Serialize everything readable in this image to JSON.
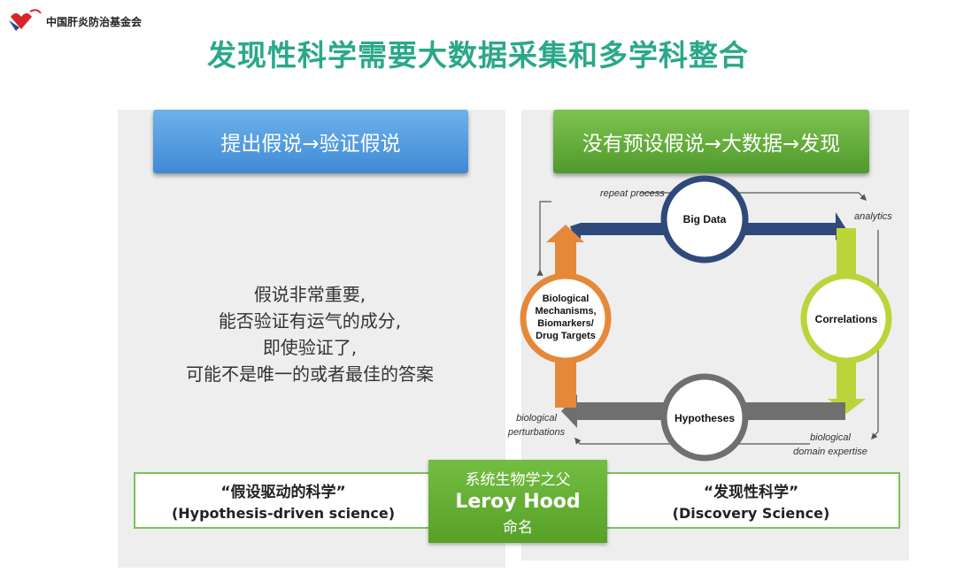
{
  "logo": {
    "text": "中国肝炎防治基金会",
    "icon": "ribbon-heart-logo"
  },
  "title": "发现性科学需要大数据采集和多学科整合",
  "left": {
    "header": "提出假说→验证假说",
    "body": [
      "假说非常重要,",
      "能否验证有运气的成分,",
      "即使验证了,",
      "可能不是唯一的或者最佳的答案"
    ],
    "band_title": "“假设驱动的科学”",
    "band_sub": "(Hypothesis-driven science)"
  },
  "right": {
    "header": "没有预设假说→大数据→发现",
    "band_title": "“发现性科学”",
    "band_sub": "(Discovery Science)"
  },
  "badge": {
    "line1": "系统生物学之父",
    "line2": "Leroy Hood",
    "line3": "命名"
  },
  "cycle": {
    "nodes": {
      "big_data": "Big Data",
      "correlations": "Correlations",
      "hypotheses": "Hypotheses",
      "mechanisms": [
        "Biological",
        "Mechanisms,",
        "Biomarkers/",
        "Drug Targets"
      ]
    },
    "labels": {
      "repeat": "repeat process",
      "analytics": "analytics",
      "domain": [
        "biological",
        "domain expertise"
      ],
      "perturb": [
        "biological",
        "perturbations"
      ]
    },
    "colors": {
      "top": "#2f4a7a",
      "right": "#bcd43a",
      "bottom": "#6f6f6f",
      "left": "#e5883a"
    }
  }
}
